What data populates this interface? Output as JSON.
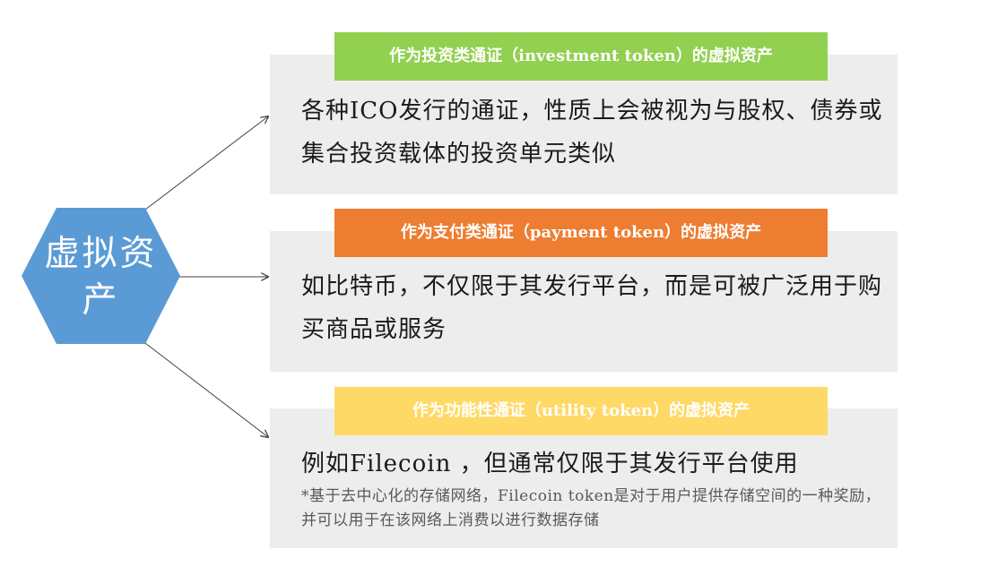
{
  "center": {
    "label": "虚拟资产",
    "color": "#5b9bd5"
  },
  "categories": [
    {
      "tag": "作为投资类通证（investment token）的虚拟资产",
      "tag_color": "#92d050",
      "description": "各种ICO发行的通证，性质上会被视为与股权、债券或集合投资载体的投资单元类似"
    },
    {
      "tag": "作为支付类通证（payment token）的虚拟资产",
      "tag_color": "#ed7d31",
      "description": "如比特币，不仅限于其发行平台，而是可被广泛用于购买商品或服务"
    },
    {
      "tag": "作为功能性通证（utility token）的虚拟资产",
      "tag_color": "#ffd966",
      "description": "例如Filecoin ，但通常仅限于其发行平台使用",
      "note": "*基于去中心化的存储网络，Filecoin token是对于用户提供存储空间的一种奖励，并可以用于在该网络上消费以进行数据存储"
    }
  ]
}
